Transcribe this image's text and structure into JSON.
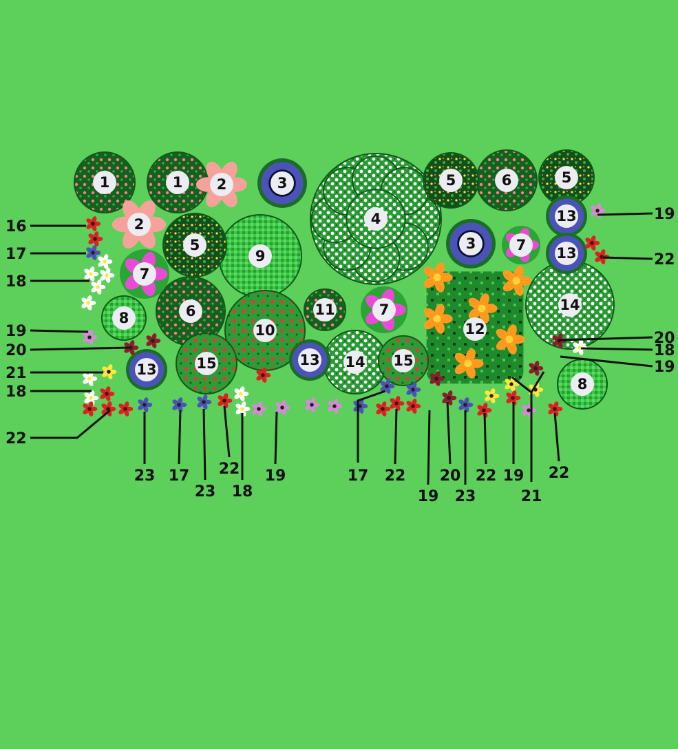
{
  "diagram": {
    "plants": [
      {
        "num": "1",
        "kind": "shrub-pink"
      },
      {
        "num": "1",
        "kind": "shrub-pink"
      },
      {
        "num": "2",
        "kind": "flower-salmon"
      },
      {
        "num": "3",
        "kind": "ring-blue"
      },
      {
        "num": "4",
        "kind": "shrub-white"
      },
      {
        "num": "5",
        "kind": "shrub-yellow"
      },
      {
        "num": "6",
        "kind": "shrub-pink"
      },
      {
        "num": "5",
        "kind": "shrub-yellow"
      },
      {
        "num": "2",
        "kind": "flower-salmon"
      },
      {
        "num": "5",
        "kind": "shrub-yellow"
      },
      {
        "num": "9",
        "kind": "plain-green"
      },
      {
        "num": "3",
        "kind": "ring-blue"
      },
      {
        "num": "7",
        "kind": "flower-magenta"
      },
      {
        "num": "13",
        "kind": "ring-blue"
      },
      {
        "num": "13",
        "kind": "ring-blue"
      },
      {
        "num": "7",
        "kind": "flower-magenta"
      },
      {
        "num": "6",
        "kind": "shrub-pink"
      },
      {
        "num": "8",
        "kind": "plain-green"
      },
      {
        "num": "10",
        "kind": "shrub-red"
      },
      {
        "num": "11",
        "kind": "shrub-pink"
      },
      {
        "num": "7",
        "kind": "flower-magenta"
      },
      {
        "num": "12",
        "kind": "shrub-orange"
      },
      {
        "num": "14",
        "kind": "shrub-white"
      },
      {
        "num": "13",
        "kind": "ring-blue"
      },
      {
        "num": "15",
        "kind": "shrub-red"
      },
      {
        "num": "13",
        "kind": "ring-blue"
      },
      {
        "num": "14",
        "kind": "shrub-white"
      },
      {
        "num": "15",
        "kind": "shrub-red"
      },
      {
        "num": "8",
        "kind": "plain-green"
      }
    ],
    "side_labels_left": [
      "16",
      "17",
      "18",
      "19",
      "20",
      "21",
      "18",
      "22"
    ],
    "side_labels_right": [
      "19",
      "22",
      "20",
      "18",
      "19"
    ],
    "bottom_labels": [
      "23",
      "17",
      "23",
      "22",
      "18",
      "19",
      "17",
      "22",
      "19",
      "20",
      "23",
      "22",
      "19",
      "21",
      "22"
    ],
    "colors": {
      "background": "#5dcf5b",
      "foliage": "#1f8f2a",
      "dark_foliage": "#0d5b18",
      "ring_blue": "#4b53b8",
      "pink": "#ff6f7f",
      "salmon": "#f6a29a",
      "magenta": "#e94bd5",
      "orange": "#ff9a1f",
      "yellow": "#ffe83a",
      "white_flower": "#ffffff",
      "red": "#e02020",
      "circle": "#ececf3",
      "line": "#111111"
    }
  }
}
